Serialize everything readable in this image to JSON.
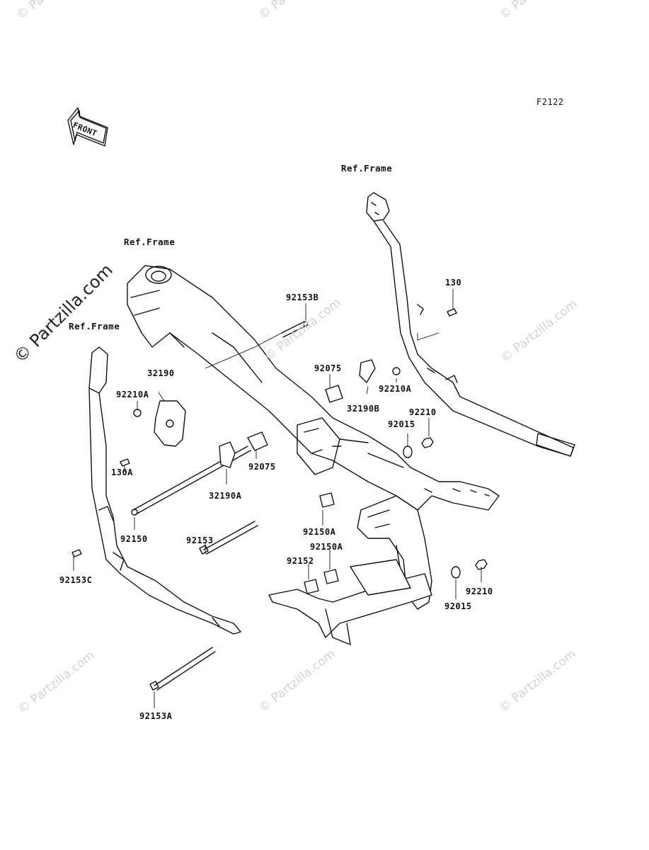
{
  "figure_code": "F2122",
  "front_badge": "FRONT",
  "watermark_text": "© Partzilla.com",
  "ref_frame_text": "Ref.Frame",
  "part_labels": {
    "p92153B": "92153B",
    "p130": "130",
    "p92075_top": "92075",
    "p92210A_right": "92210A",
    "p32190B": "32190B",
    "p92210_right": "92210",
    "p92015_right": "92015",
    "p32190": "32190",
    "p92210A_left": "92210A",
    "p130A": "130A",
    "p92075_mid": "92075",
    "p32190A": "32190A",
    "p92150": "92150",
    "p92153": "92153",
    "p92150A_mid": "92150A",
    "p92150A_low": "92150A",
    "p92152": "92152",
    "p92153C": "92153C",
    "p92210_low": "92210",
    "p92015_low": "92015",
    "p92153A": "92153A"
  },
  "colors": {
    "line": "#111111",
    "watermark": "#d2d2d2"
  }
}
